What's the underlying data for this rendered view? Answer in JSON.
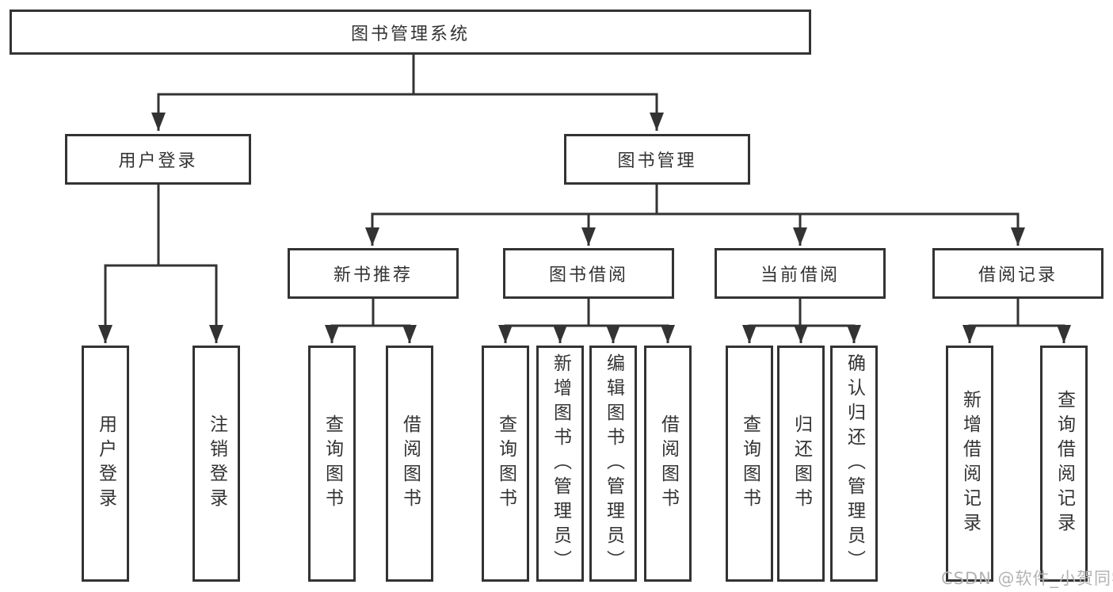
{
  "diagram": {
    "root_label": "图书管理系统",
    "user_login": {
      "label": "用户登录",
      "children": [
        {
          "label": "用户登录"
        },
        {
          "label": "注销登录"
        }
      ]
    },
    "book_mgmt": {
      "label": "图书管理",
      "modules": [
        {
          "label": "新书推荐",
          "children": [
            {
              "label": "查询图书"
            },
            {
              "label": "借阅图书"
            }
          ]
        },
        {
          "label": "图书借阅",
          "children": [
            {
              "label": "查询图书"
            },
            {
              "label": "新增图书（管理员）"
            },
            {
              "label": "编辑图书（管理员）"
            },
            {
              "label": "借阅图书"
            }
          ]
        },
        {
          "label": "当前借阅",
          "children": [
            {
              "label": "查询图书"
            },
            {
              "label": "归还图书"
            },
            {
              "label": "确认归还（管理员）"
            }
          ]
        },
        {
          "label": "借阅记录",
          "children": [
            {
              "label": "新增借阅记录"
            },
            {
              "label": "查询借阅记录"
            }
          ]
        }
      ]
    }
  },
  "watermark": "CSDN @软件_小贺同学",
  "colors": {
    "line": "#333333",
    "text": "#333333",
    "box_background": "#ffffff",
    "watermark": "#b3b3b3",
    "background": "#ffffff"
  }
}
